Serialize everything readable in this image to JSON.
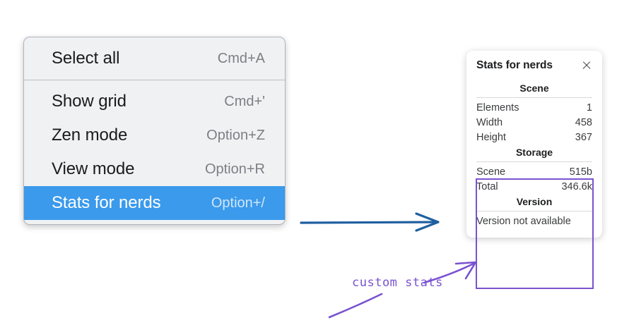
{
  "context_menu": {
    "name": "context-menu",
    "groups": [
      {
        "items": [
          {
            "label": "Select all",
            "shortcut": "Cmd+A",
            "selected": false
          }
        ]
      },
      {
        "items": [
          {
            "label": "Show grid",
            "shortcut": "Cmd+'",
            "selected": false
          },
          {
            "label": "Zen mode",
            "shortcut": "Option+Z",
            "selected": false
          },
          {
            "label": "View mode",
            "shortcut": "Option+R",
            "selected": false
          },
          {
            "label": "Stats for nerds",
            "shortcut": "Option+/",
            "selected": true
          }
        ]
      }
    ],
    "highlight_color": "#3b9aeb"
  },
  "stats_panel": {
    "title": "Stats for nerds",
    "close_icon": "close-icon",
    "sections": [
      {
        "heading": "Scene",
        "rows": [
          {
            "key": "Elements",
            "value": "1"
          },
          {
            "key": "Width",
            "value": "458"
          },
          {
            "key": "Height",
            "value": "367"
          }
        ]
      },
      {
        "heading": "Storage",
        "rows": [
          {
            "key": "Scene",
            "value": "515b"
          },
          {
            "key": "Total",
            "value": "346.6k"
          }
        ]
      },
      {
        "heading": "Version",
        "plain_rows": [
          "Version not available"
        ]
      }
    ]
  },
  "annotations": {
    "label": "custom stats",
    "label_color": "#7a52d1",
    "highlight_rect_color": "#7a52d1",
    "blue_arrow_color": "#1f5fa0"
  }
}
